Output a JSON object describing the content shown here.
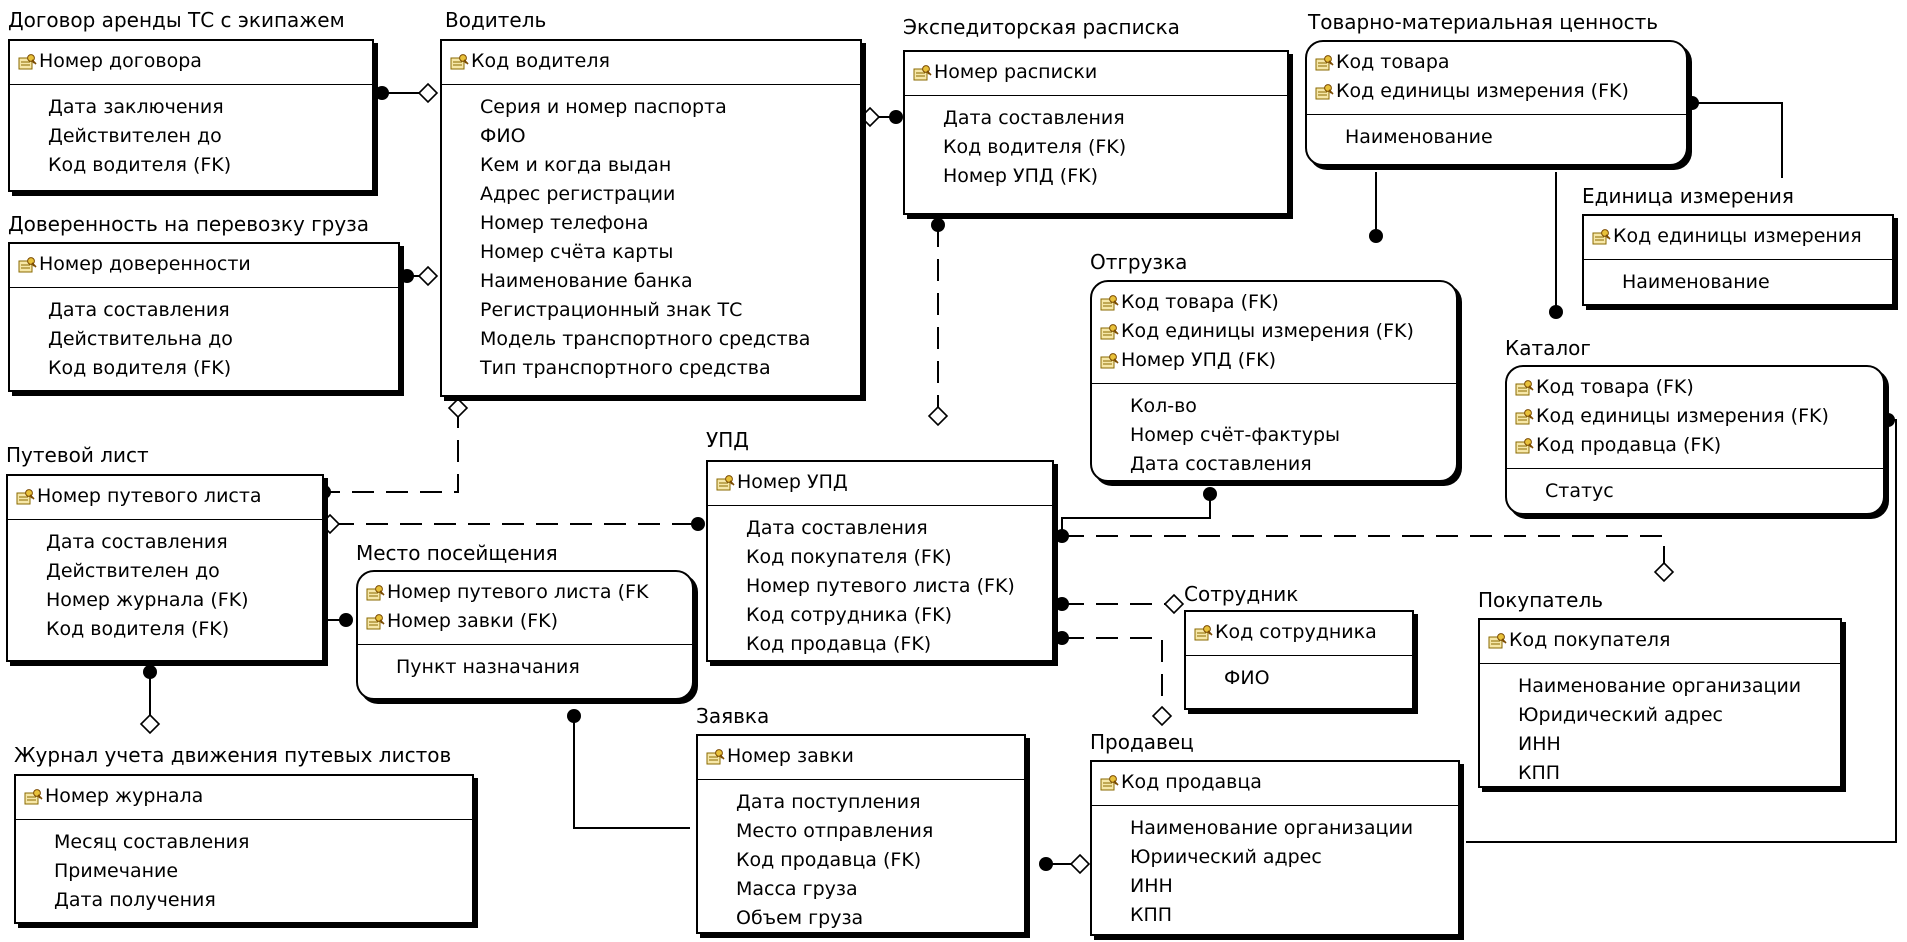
{
  "colors": {
    "line": "#000000",
    "background": "#ffffff",
    "key_icon_fill": "#e8c13a",
    "key_icon_stroke": "#8a5a00"
  },
  "icon_key": "key-icon",
  "entities": {
    "dogovor": {
      "title": "Договор аренды ТС с экипажем",
      "keys": [
        "Номер договора"
      ],
      "attrs": [
        "Дата заключения",
        "Действителен до",
        "Код водителя (FK)"
      ]
    },
    "doverennost": {
      "title": "Доверенность на перевозку груза",
      "keys": [
        "Номер доверенности"
      ],
      "attrs": [
        "Дата составления",
        "Действительна до",
        "Код водителя (FK)"
      ]
    },
    "voditel": {
      "title": "Водитель",
      "keys": [
        "Код водителя"
      ],
      "attrs": [
        "Серия и номер паспорта",
        "ФИО",
        "Кем и когда выдан",
        "Адрес регистрации",
        "Номер телефона",
        "Номер счёта карты",
        "Наименование банка",
        "Регистрационный знак ТС",
        "Модель транспортного средства",
        "Тип транспортного средства"
      ]
    },
    "raspiska": {
      "title": "Экспедиторская расписка",
      "keys": [
        "Номер расписки"
      ],
      "attrs": [
        "Дата составления",
        "Код водителя (FK)",
        "Номер УПД (FK)"
      ]
    },
    "tmc": {
      "title": "Товарно-материальная ценность",
      "keys": [
        "Код товара",
        "Код единицы измерения (FK)"
      ],
      "attrs": [
        "Наименование"
      ]
    },
    "edinica": {
      "title": "Единица измерения",
      "keys": [
        "Код единицы измерения"
      ],
      "attrs": [
        "Наименование"
      ]
    },
    "otgruzka": {
      "title": "Отгрузка",
      "keys": [
        "Код товара (FK)",
        "Код единицы измерения (FK)",
        "Номер УПД (FK)"
      ],
      "attrs": [
        "Кол-во",
        "Номер счёт-фактуры",
        "Дата составления"
      ]
    },
    "katalog": {
      "title": "Каталог",
      "keys": [
        "Код товара (FK)",
        "Код единицы измерения (FK)",
        "Код продавца (FK)"
      ],
      "attrs": [
        "Статус"
      ]
    },
    "putevoy": {
      "title": "Путевой лист",
      "keys": [
        "Номер путевого листа"
      ],
      "attrs": [
        "Дата составления",
        "Действителен до",
        "Номер журнала (FK)",
        "Код водителя (FK)"
      ]
    },
    "upd": {
      "title": "УПД",
      "keys": [
        "Номер УПД"
      ],
      "attrs": [
        "Дата составления",
        "Код покупателя (FK)",
        "Номер путевого листа (FK)",
        "Код сотрудника (FK)",
        "Код продавца (FK)"
      ]
    },
    "mesto": {
      "title": "Место посейщения",
      "keys": [
        "Номер путевого листа (FK",
        "Номер завки (FK)"
      ],
      "attrs": [
        "Пункт назначания"
      ]
    },
    "sotrudnik": {
      "title": "Сотрудник",
      "keys": [
        "Код сотрудника"
      ],
      "attrs": [
        "ФИО"
      ]
    },
    "pokupatel": {
      "title": "Покупатель",
      "keys": [
        "Код покупателя"
      ],
      "attrs": [
        "Наименование организации",
        "Юридический адрес",
        "ИНН",
        "КПП"
      ]
    },
    "zhurnal": {
      "title": "Журнал учета движения путевых листов",
      "keys": [
        "Номер журнала"
      ],
      "attrs": [
        "Месяц составления",
        "Примечание",
        "Дата получения"
      ]
    },
    "zayavka": {
      "title": "Заявка",
      "keys": [
        "Номер завки"
      ],
      "attrs": [
        "Дата поступления",
        "Место отправления",
        "Код продавца (FK)",
        "Масса груза",
        "Объем груза"
      ]
    },
    "prodavec": {
      "title": "Продавец",
      "keys": [
        "Код продавца"
      ],
      "attrs": [
        "Наименование организации",
        "Юриический адрес",
        "ИНН",
        "КПП"
      ]
    }
  }
}
